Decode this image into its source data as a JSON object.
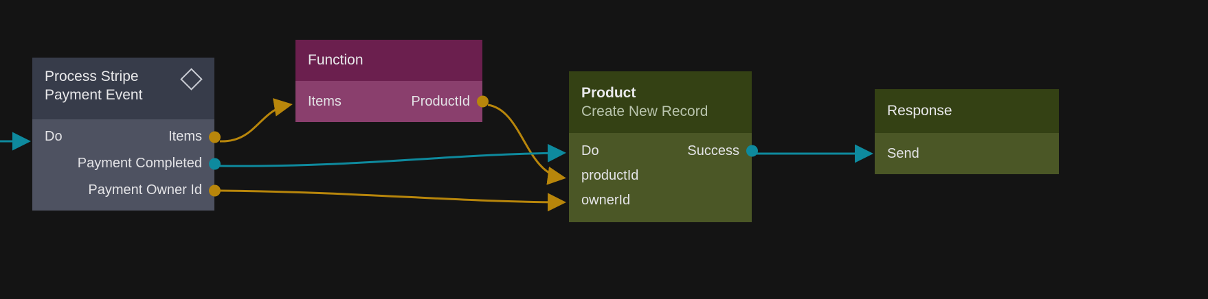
{
  "canvas": {
    "background": "#141414",
    "accent_exec": "#0e8a9e",
    "accent_data": "#b8860b"
  },
  "nodes": [
    {
      "id": "trigger",
      "title": "Process Stripe\nPayment Event",
      "header_icon": "diamond-icon",
      "header_color": "#373c4a",
      "body_color": "#4e5261",
      "inputs": [
        {
          "label": "Do",
          "port_type": "exec",
          "port_color": "#0e8a9e"
        }
      ],
      "outputs": [
        {
          "label": "Items",
          "port_type": "data",
          "port_color": "#b8860b"
        },
        {
          "label": "Payment Completed",
          "port_type": "exec",
          "port_color": "#0e8a9e"
        },
        {
          "label": "Payment Owner Id",
          "port_type": "data",
          "port_color": "#b8860b"
        }
      ]
    },
    {
      "id": "function",
      "title": "Function",
      "header_color": "#6b1f4e",
      "body_color": "#8a3f6d",
      "inputs": [
        {
          "label": "Items",
          "port_type": "data",
          "port_color": "#b8860b"
        }
      ],
      "outputs": [
        {
          "label": "ProductId",
          "port_type": "data",
          "port_color": "#b8860b"
        }
      ]
    },
    {
      "id": "product",
      "title": "Product",
      "subtitle": "Create New Record",
      "header_color": "#344114",
      "body_color": "#4b5726",
      "inputs": [
        {
          "label": "Do",
          "port_type": "exec",
          "port_color": "#0e8a9e"
        },
        {
          "label": "productId",
          "port_type": "data",
          "port_color": "#b8860b"
        },
        {
          "label": "ownerId",
          "port_type": "data",
          "port_color": "#b8860b"
        }
      ],
      "outputs": [
        {
          "label": "Success",
          "port_type": "exec",
          "port_color": "#0e8a9e"
        }
      ]
    },
    {
      "id": "response",
      "title": "Response",
      "header_color": "#344114",
      "body_color": "#4b5726",
      "inputs": [
        {
          "label": "Send",
          "port_type": "exec",
          "port_color": "#0e8a9e"
        }
      ],
      "outputs": []
    }
  ],
  "edges": [
    {
      "from": "external",
      "to": "trigger.Do",
      "color": "#0e8a9e"
    },
    {
      "from": "trigger.Items",
      "to": "function.Items",
      "color": "#b8860b"
    },
    {
      "from": "function.ProductId",
      "to": "product.productId",
      "color": "#b8860b"
    },
    {
      "from": "trigger.Payment Completed",
      "to": "product.Do",
      "color": "#0e8a9e"
    },
    {
      "from": "trigger.Payment Owner Id",
      "to": "product.ownerId",
      "color": "#b8860b"
    },
    {
      "from": "product.Success",
      "to": "response.Send",
      "color": "#0e8a9e"
    }
  ]
}
